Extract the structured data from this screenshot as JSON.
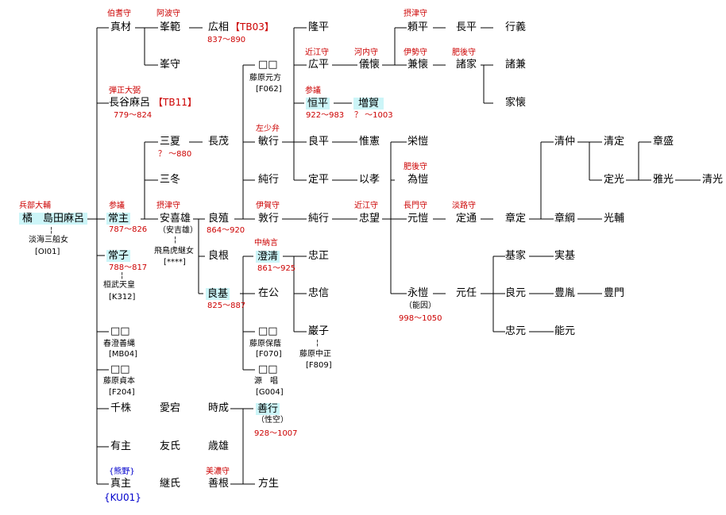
{
  "nodes": {
    "tachibana": "橘",
    "shimada": "島田麻呂",
    "sanemaki": "真材",
    "minenori": "峯範",
    "hiromi": "広相",
    "minemori": "峯守",
    "hasetsukamaro": "長谷麻呂",
    "mifuyu": "三夏",
    "nagashige": "長茂",
    "mifuyu2": "三冬",
    "tsunenushi": "常主",
    "yasuo": "安喜雄",
    "yoshitane": "良殖",
    "yoshine": "良根",
    "tsuneko": "常子",
    "yoshimoto": "良基",
    "b_kagawa": "□□",
    "b_fujiwara_sadami": "□□",
    "chishiki": "千株",
    "atago": "愛宕",
    "tokinari": "時成",
    "arinushi": "有主",
    "tomouji": "友氏",
    "toshio": "歳雄",
    "tsuguuji": "継氏",
    "yoshine2": "善根",
    "manushi": "真主",
    "b_fujiwara_motokata": "□□",
    "b_fujiwara_yasunori": "□□",
    "b_minamoto_tonau": "□□",
    "toshiyuki": "敏行",
    "sumiyuki": "純行",
    "atsuyuki": "敦行",
    "sumikiyo": "澄清",
    "arikimi": "在公",
    "yoshiyuki": "善行",
    "hosei": "方生",
    "takahira": "隆平",
    "hirohira": "広平",
    "tsunehira": "恒平",
    "yoshihira": "良平",
    "sadahira": "定平",
    "sumiyuki2": "純行",
    "tadamasa": "忠正",
    "tadanobu": "忠信",
    "iwako": "巌子",
    "gikai": "儀懐",
    "masuga": "増賀",
    "koreaki": "惟憲",
    "mochitaka": "以孝",
    "tadamochi": "忠望",
    "yorihira": "頼平",
    "kanechika": "兼懐",
    "eitoku": "栄愷",
    "tamenori": "為愷",
    "motoyasu": "元愷",
    "nagayasu": "永愷",
    "nagahira": "長平",
    "morokane": "諸家",
    "sadamichi": "定通",
    "motonori": "元任",
    "yukiyoshi": "行義",
    "morokane2": "諸兼",
    "iechika": "家懐",
    "akisada": "章定",
    "motoie": "基家",
    "yoshimoto2": "良元",
    "tadamoto": "忠元",
    "kiyonaka": "清仲",
    "akitsuna": "章綱",
    "sanemoto": "実基",
    "toyotane": "豊胤",
    "noumoto": "能元",
    "kiyosada": "清定",
    "sadamitsu": "定光",
    "mitsusuke": "光輔",
    "toyokado": "豊門",
    "akimori": "章盛",
    "masamitsu": "雅光",
    "kiyomitsu": "清光"
  },
  "titles": {
    "hoki": "伯耆守",
    "awa": "阿波守",
    "danjo": "弾正大弼",
    "gyobu": "兵部大輔",
    "sangi": "参議",
    "settsu": "摂津守",
    "mino": "美濃守",
    "sashoben": "左少弁",
    "iga": "伊賀守",
    "chunagon": "中納言",
    "omi1": "近江守",
    "sangi2": "参議",
    "kawachi": "河内守",
    "omi2": "近江守",
    "settsu2": "摂津守",
    "ise": "伊勢守",
    "higo": "肥後守",
    "higo2": "肥後守",
    "nagato": "長門守",
    "awaji": "淡路守",
    "kumano": "{熊野}"
  },
  "dates": {
    "hiromi": "837～890",
    "hasetsukamaro": "779～824",
    "mifuyu": "？ ～880",
    "tsunenushi": "787～826",
    "yoshitane": "864～920",
    "tsuneko": "788～817",
    "yoshimoto": "825～887",
    "sumikiyo": "861～925",
    "yoshiyuki": "928～1007",
    "tsunehira": "922～983",
    "masuga": "？ ～1003",
    "nagayasu": "998～1050"
  },
  "codes": {
    "tb03": "【TB03】",
    "tb11": "【TB11】",
    "ku01": "{KU01}",
    "oi01": "[OI01]",
    "k312": "[K312]",
    "mb04": "[MB04]",
    "f204": "[F204]",
    "f062": "[F062]",
    "f070": "[F070]",
    "g004": "[G004]",
    "f809": "[F809]",
    "yasuo_code": "[****]"
  },
  "notes": {
    "awaji_sanfune": "淡海三船女",
    "kanmu": "桓武天皇",
    "kagawa_yoshinawa": "春澄善縄",
    "fujiwara_sadami": "藤原貞本",
    "fujiwara_motokata": "藤原元方",
    "fujiwara_yasunori": "藤原保蔭",
    "minamoto_tonau": "源　唱",
    "fujiwara_nakamasa": "藤原中正",
    "asuka_tora": "飛鳥虎継女",
    "yasuo_alt": "（安吉雄）",
    "yoshiyuki_alt": "（性空）",
    "nagayasu_alt": "（能因）",
    "tick": "¦"
  },
  "colors": {
    "line": "#000000",
    "title_red": "#cc0000",
    "code_blue": "#0000cc",
    "highlight": "#ccf5f8"
  }
}
